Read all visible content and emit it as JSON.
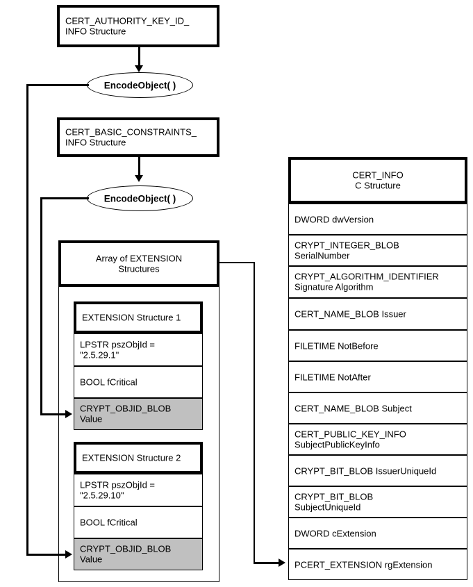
{
  "diagram": {
    "title": "CERT_INFO structure construction flow",
    "colors": {
      "stroke": "#000000",
      "background": "#ffffff",
      "highlight_fill": "#c0c0c0"
    }
  },
  "left_column": {
    "auth_key_box": {
      "label": "CERT_AUTHORITY_KEY_ID_\nINFO Structure"
    },
    "encode_1": {
      "label": "EncodeObject( )"
    },
    "basic_constraints_box": {
      "label": "CERT_BASIC_CONSTRAINTS_\nINFO Structure"
    },
    "encode_2": {
      "label": "EncodeObject( )"
    },
    "array_box": {
      "label": "Array of EXTENSION\nStructures"
    },
    "extensions": [
      {
        "header": "EXTENSION Structure 1",
        "rows": [
          {
            "label": "LPSTR  pszObjId =\n\"2.5.29.1\"",
            "highlight": false
          },
          {
            "label": "BOOL  fCritical",
            "highlight": false
          },
          {
            "label": "CRYPT_OBJID_BLOB\nValue",
            "highlight": true
          }
        ]
      },
      {
        "header": "EXTENSION Structure 2",
        "rows": [
          {
            "label": "LPSTR  pszObjId =\n\"2.5.29.10\"",
            "highlight": false
          },
          {
            "label": "BOOL  fCritical",
            "highlight": false
          },
          {
            "label": "CRYPT_OBJID_BLOB\nValue",
            "highlight": true
          }
        ]
      }
    ]
  },
  "cert_info": {
    "header": "CERT_INFO\nC Structure",
    "rows": [
      {
        "label": "DWORD dwVersion"
      },
      {
        "label": "CRYPT_INTEGER_BLOB\nSerialNumber"
      },
      {
        "label": "CRYPT_ALGORITHM_IDENTIFIER\nSignature Algorithm"
      },
      {
        "label": "CERT_NAME_BLOB Issuer"
      },
      {
        "label": "FILETIME NotBefore"
      },
      {
        "label": "FILETIME NotAfter"
      },
      {
        "label": "CERT_NAME_BLOB Subject"
      },
      {
        "label": "CERT_PUBLIC_KEY_INFO\nSubjectPublicKeyInfo"
      },
      {
        "label": "CRYPT_BIT_BLOB IssuerUniqueId"
      },
      {
        "label": "CRYPT_BIT_BLOB\nSubjectUniqueId"
      },
      {
        "label": "DWORD cExtension"
      },
      {
        "label": "PCERT_EXTENSION rgExtension"
      }
    ]
  }
}
